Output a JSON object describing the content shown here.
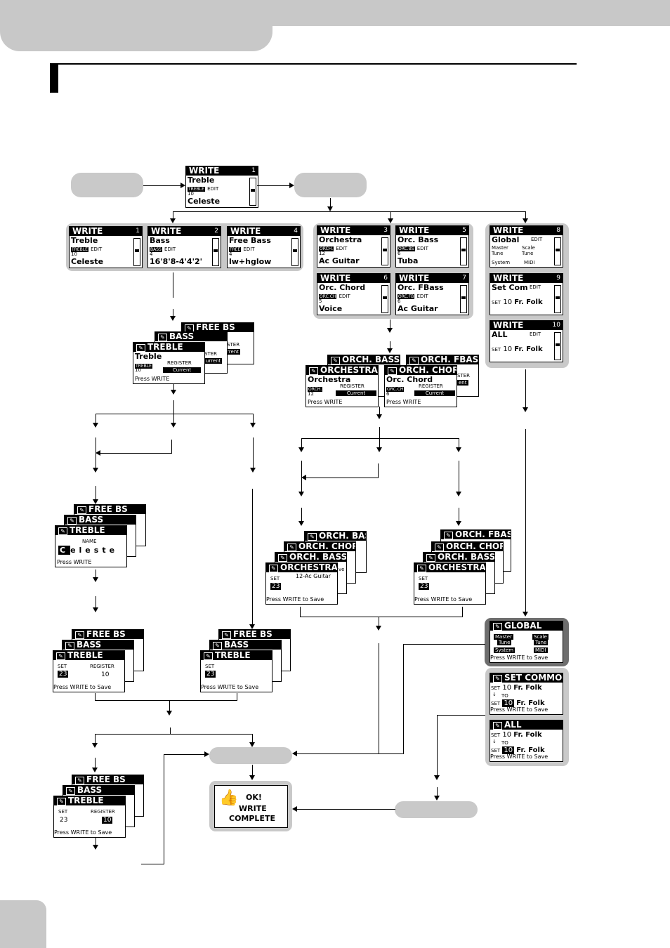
{
  "write_main": {
    "title": "WRITE",
    "page": "1",
    "line1": "Treble",
    "tag": "TREBLE",
    "num": "10",
    "edit": "EDIT",
    "line3": "Celeste"
  },
  "write_treble": {
    "title": "WRITE",
    "page": "1",
    "line1": "Treble",
    "tag": "TREBLE",
    "num": "10",
    "edit": "EDIT",
    "line3": "Celeste"
  },
  "write_bass": {
    "title": "WRITE",
    "page": "2",
    "line1": "Bass",
    "tag": "BASS",
    "num": "4",
    "edit": "EDIT",
    "line3": "16'8'8-4'4'2'"
  },
  "write_freebass": {
    "title": "WRITE",
    "page": "4",
    "line1": "Free Bass",
    "tag": "FREE",
    "num": "4",
    "edit": "EDIT",
    "line3": "lw+hglow"
  },
  "write_orch": {
    "title": "WRITE",
    "page": "3",
    "line1": "Orchestra",
    "tag": "ORCH.",
    "num": "12",
    "edit": "EDIT",
    "line3": "Ac Guitar"
  },
  "write_orcbass": {
    "title": "WRITE",
    "page": "5",
    "line1": "Orc. Bass",
    "tag": "ORC.BS",
    "num": "6",
    "edit": "EDIT",
    "line3": "Tuba"
  },
  "write_orcchord": {
    "title": "WRITE",
    "page": "6",
    "line1": "Orc. Chord",
    "tag": "ORC.CH",
    "num": "5",
    "edit": "EDIT",
    "line3": "Voice"
  },
  "write_orcfbass": {
    "title": "WRITE",
    "page": "7",
    "line1": "Orc. FBass",
    "tag": "ORC.FB",
    "num": "6",
    "edit": "EDIT",
    "line3": "Ac Guitar"
  },
  "write_global": {
    "title": "WRITE",
    "page": "8",
    "line1": "Global",
    "edit": "EDIT",
    "master": "Master",
    "tune": "Tune",
    "scale": "Scale",
    "stune": "Tune",
    "system": "System",
    "midi": "MIDI"
  },
  "write_setcom": {
    "title": "WRITE",
    "page": "9",
    "line1": "Set Com",
    "edit": "EDIT",
    "set": "SET",
    "setnum": "10",
    "setname": "Fr. Folk"
  },
  "write_all": {
    "title": "WRITE",
    "page": "10",
    "line1": "ALL",
    "edit": "EDIT",
    "set": "SET",
    "setnum": "10",
    "setname": "Fr. Folk"
  },
  "stack_labels": {
    "free_bs": "FREE BS",
    "bass": "BASS",
    "treble": "TREBLE",
    "orch_bass": "ORCH. BASS",
    "orch_fbass": "ORCH. FBASS",
    "orchestra": "ORCHESTRA",
    "orch_chord": "ORCH. CHORD"
  },
  "register_screen": {
    "name": "Treble",
    "tag": "TREBLE",
    "num": "10",
    "register": "REGISTER",
    "current": "Current",
    "press": "Press WRITE",
    "ister": "ISTER",
    "urrent": "urrent",
    "rrent": "rrent",
    "ent": "ent",
    "ster": "STER"
  },
  "orch_register": {
    "name": "Orchestra",
    "tag": "ORCH.",
    "num": "12",
    "register": "REGISTER",
    "current": "Current",
    "press": "Press WRITE"
  },
  "chord_register": {
    "name": "Orc. Chord",
    "tag": "ORC.CH",
    "num": "6",
    "register": "REGISTER",
    "current": "Current",
    "press": "Press WRITE"
  },
  "name_screen": {
    "name_label": "NAME",
    "name_value": "eleste",
    "cursor": "C",
    "press": "Press WRITE"
  },
  "save_common": {
    "set": "SET",
    "setnum": "23",
    "register": "REGISTER",
    "regnum": "10",
    "press": "Press WRITE to Save",
    "ve": "ve"
  },
  "save_orch": {
    "set": "SET",
    "setnum": "23",
    "item": "12-Ac Guitar",
    "press": "Press WRITE to Save"
  },
  "save_final": {
    "set": "SET",
    "setnum": "23",
    "register": "REGISTER",
    "regnum": "10",
    "press": "Press WRITE to Save"
  },
  "global_save": {
    "title": "GLOBAL",
    "master": "Master",
    "tune": "Tune",
    "scale": "Scale",
    "stune": "Tune",
    "system": "System",
    "midi": "MIDI",
    "press": "Press WRITE to Save"
  },
  "setcommon_save": {
    "title": "SET COMMON",
    "set": "SET",
    "from": "10",
    "fromname": "Fr. Folk",
    "to": "TO",
    "tonum": "10",
    "toname": "Fr. Folk",
    "press": "Press WRITE to Save"
  },
  "all_save": {
    "title": "ALL",
    "set": "SET",
    "from": "10",
    "fromname": "Fr. Folk",
    "to": "TO",
    "tonum": "10",
    "toname": "Fr. Folk",
    "press": "Press WRITE to Save"
  },
  "complete": {
    "line1": "OK!",
    "line2": "WRITE",
    "line3": "COMPLETE"
  }
}
